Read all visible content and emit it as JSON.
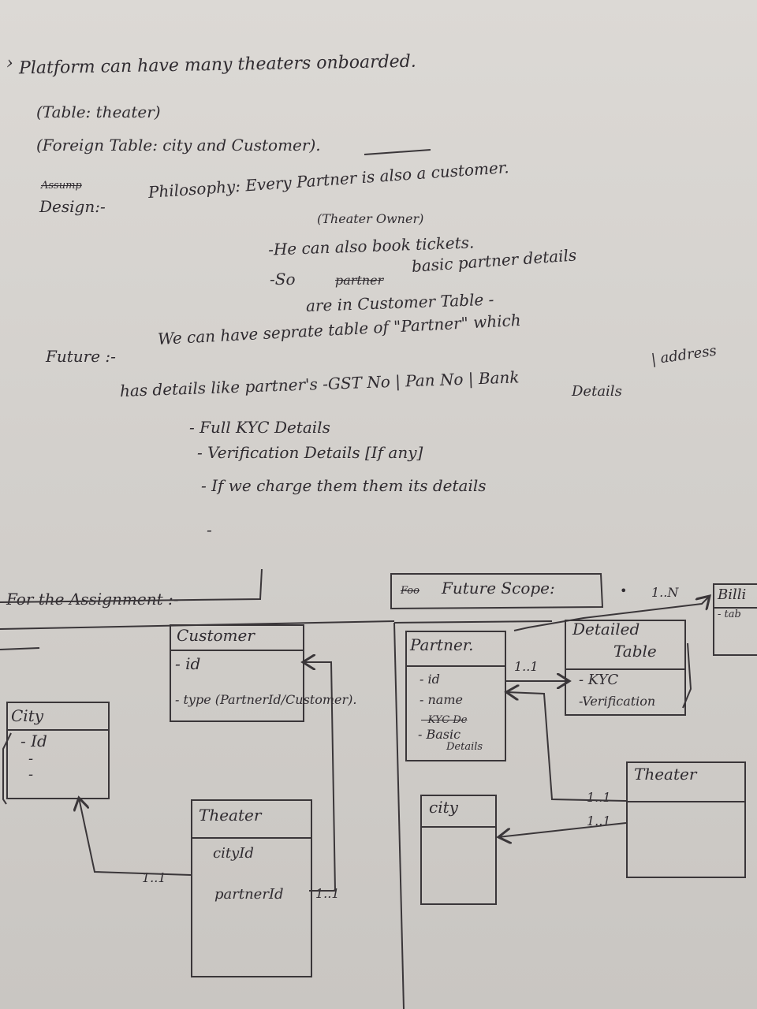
{
  "notes": {
    "line1": "Platform can have many theaters onboarded.",
    "line2": "(Table: theater)",
    "line3": "(Foreign Table: city and Customer).",
    "struck": "Assump",
    "design_label": "Design:-",
    "design_text": "Philosophy: Every Partner is also a customer.",
    "design_sub": "(Theater Owner)",
    "bullet1": "-He can also book tickets.",
    "bullet2_prefix": "-So",
    "bullet2_struck": "partner",
    "bullet2_rest": "basic partner details",
    "bullet3": "are in Customer Table -",
    "future_label": "Future :-",
    "future_text": "We can have seprate table of \"Partner\" which",
    "future_line2": "has details like partner's -GST No | Pan No | Bank",
    "bank_details": "Details",
    "address": "| address",
    "kyc": "- Full KYC Details",
    "verification": "- Verification Details [If any]",
    "charge": "- If we charge them them its details",
    "dash": "-"
  },
  "assignment": {
    "heading": "For the Assignment :-",
    "customer": {
      "title": "Customer",
      "f1": "- id",
      "f2": "- type (PartnerId/Customer)."
    },
    "city": {
      "title": "City",
      "f1": "- Id",
      "f2": "-",
      "f3": "-"
    },
    "theater": {
      "title": "Theater",
      "f1": "cityId",
      "f2": "partnerId"
    },
    "card_city": "1..1",
    "card_partner": "1..1"
  },
  "future": {
    "heading_struck": "Foo",
    "heading": "Future Scope:",
    "dot": "•",
    "card_billing": "1..N",
    "billing": {
      "title": "Billi",
      "sub": "- tab"
    },
    "partner": {
      "title": "Partner.",
      "f1": "- id",
      "f2": "- name",
      "f3_struck": "- KYC De",
      "f4": "- Basic",
      "f5": "Details"
    },
    "detailed": {
      "title1": "Detailed",
      "title2": "Table",
      "f1": "- KYC",
      "f2": "-Verification"
    },
    "card_detail": "1..1",
    "theater": {
      "title": "Theater"
    },
    "city": {
      "title": "city"
    },
    "card_theater1": "1..1",
    "card_theater2": "1..1"
  }
}
